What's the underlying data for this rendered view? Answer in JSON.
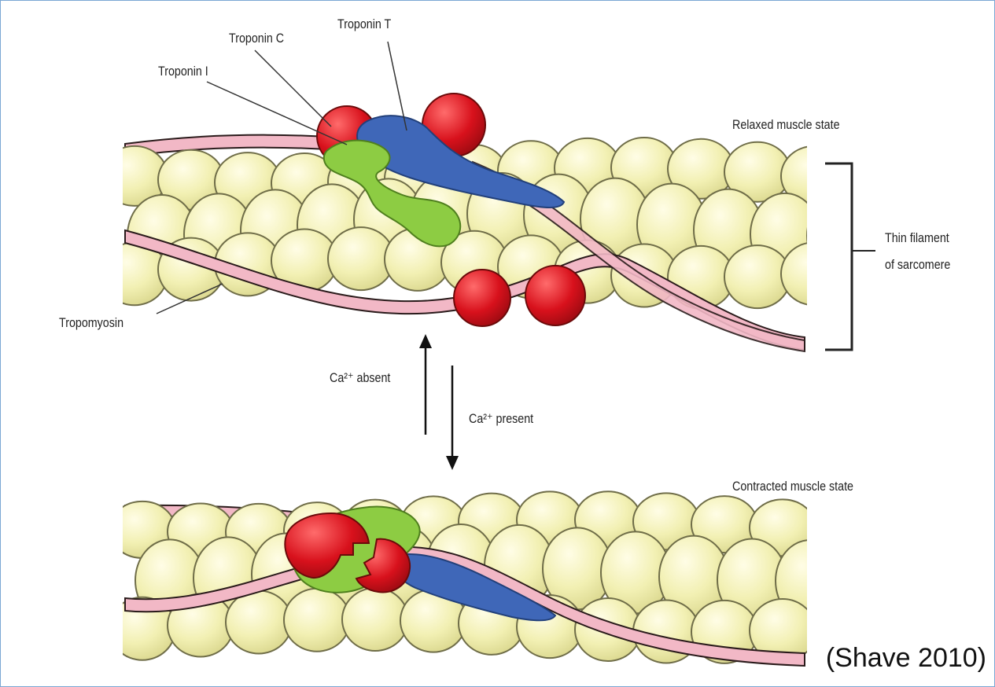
{
  "labels": {
    "troponin_t": "Troponin T",
    "troponin_c": "Troponin C",
    "troponin_i": "Troponin I",
    "tropomyosin": "Tropomyosin",
    "relaxed_state": "Relaxed muscle state",
    "contracted_state": "Contracted muscle state",
    "thin_filament_line1": "Thin filament",
    "thin_filament_line2": "of sarcomere",
    "ca_absent": "Ca²⁺ absent",
    "ca_present": "Ca²⁺ present"
  },
  "citation": "(Shave 2010)",
  "colors": {
    "actin": "#f2f0b3",
    "actin_outline": "#6f6d48",
    "tropomyosin": "#f2b8c6",
    "troponin_c": "#d8111c",
    "troponin_t": "#3f67b8",
    "troponin_i": "#8dcc43",
    "frame_border": "#7aa7d4"
  }
}
